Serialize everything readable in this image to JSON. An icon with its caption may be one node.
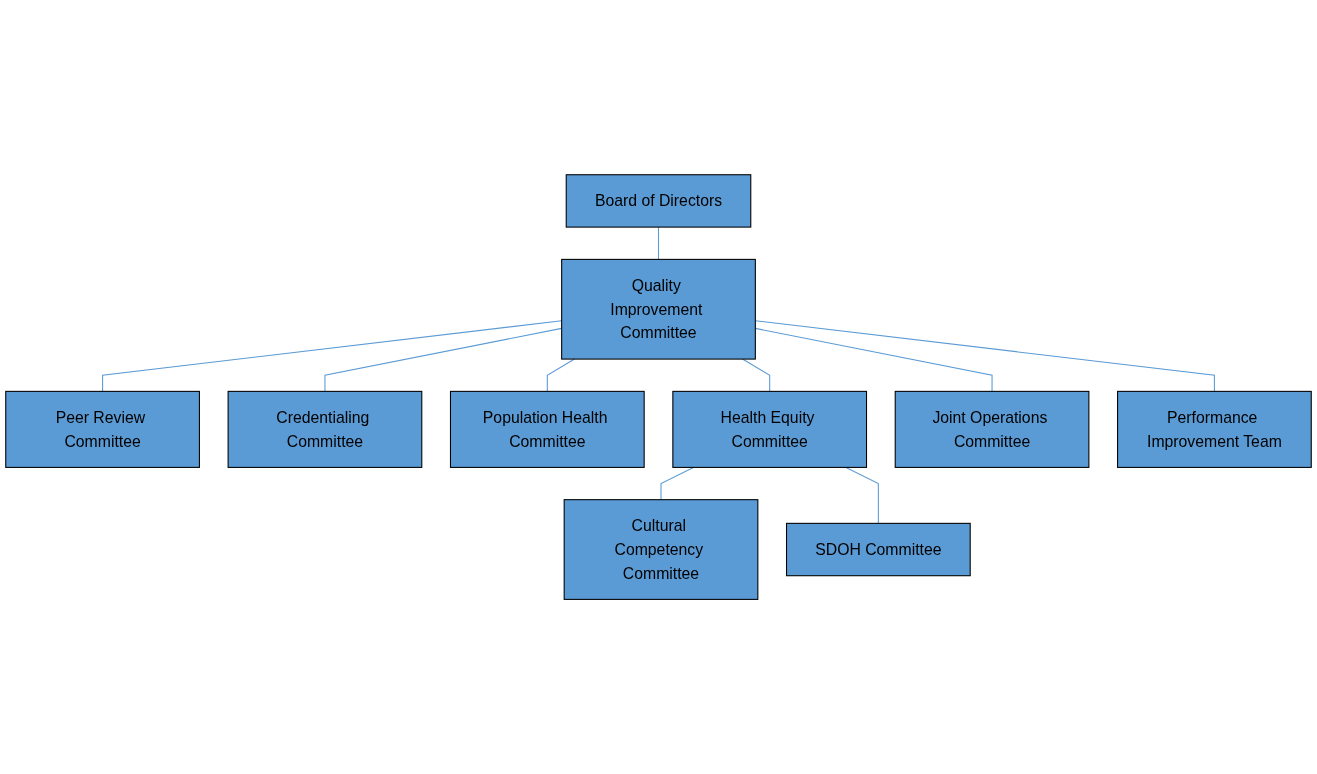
{
  "diagram": {
    "nodes": [
      {
        "text": [
          "Board of Directors"
        ]
      },
      {
        "text": [
          "Quality Improvement Committee"
        ]
      },
      {
        "text": [
          "Peer Review Committee"
        ]
      },
      {
        "text": [
          "Credentialing Committee"
        ]
      },
      {
        "text": [
          "Population Health Committee"
        ]
      },
      {
        "text": [
          "Health Equity Committee"
        ]
      },
      {
        "text": [
          "Joint Operations Committee"
        ]
      },
      {
        "text": [
          "Performance Improvement Team"
        ]
      },
      {
        "text": [
          "Cultural Competency Committee"
        ]
      },
      {
        "text": [
          "SDOH Committee"
        ]
      }
    ],
    "edges": [
      {
        "from": 0,
        "to": 1,
        "arrow": "none"
      },
      {
        "from": 1,
        "to": 2,
        "arrow": "none"
      },
      {
        "from": 1,
        "to": 3,
        "arrow": "none"
      },
      {
        "from": 1,
        "to": 4,
        "arrow": "none"
      },
      {
        "from": 1,
        "to": 5,
        "arrow": "none"
      },
      {
        "from": 1,
        "to": 6,
        "arrow": "none"
      },
      {
        "from": 1,
        "to": 7,
        "arrow": "none"
      },
      {
        "from": 5,
        "to": 8,
        "arrow": "none"
      },
      {
        "from": 5,
        "to": 9,
        "arrow": "none"
      }
    ]
  }
}
